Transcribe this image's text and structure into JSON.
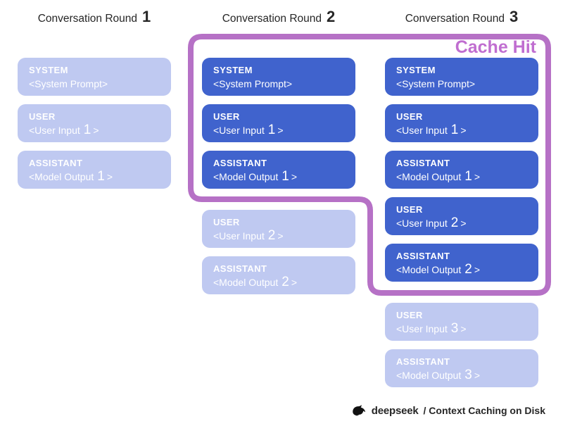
{
  "cache_hit_label": "Cache Hit",
  "colors": {
    "dark_blue": "#4063cd",
    "light_blue": "#bfc9f1",
    "outline_purple": "#b671c6",
    "cache_hit": "#c06ed0",
    "text_dark": "#262626",
    "background": "#ffffff"
  },
  "columns": [
    {
      "header": {
        "label": "Conversation Round",
        "number": "1"
      },
      "boxes": [
        {
          "role": "SYSTEM",
          "text": "<System Prompt>",
          "number": "",
          "after": ""
        },
        {
          "role": "USER",
          "text": "<User Input",
          "number": "1",
          "after": ">"
        },
        {
          "role": "ASSISTANT",
          "text": "<Model Output",
          "number": "1",
          "after": ">"
        }
      ]
    },
    {
      "header": {
        "label": "Conversation Round",
        "number": "2"
      },
      "boxes": [
        {
          "role": "SYSTEM",
          "text": "<System Prompt>",
          "number": "",
          "after": ""
        },
        {
          "role": "USER",
          "text": "<User Input",
          "number": "1",
          "after": ">"
        },
        {
          "role": "ASSISTANT",
          "text": "<Model Output",
          "number": "1",
          "after": ">"
        },
        {
          "role": "USER",
          "text": "<User Input",
          "number": "2",
          "after": ">"
        },
        {
          "role": "ASSISTANT",
          "text": "<Model Output",
          "number": "2",
          "after": ">"
        }
      ]
    },
    {
      "header": {
        "label": "Conversation Round",
        "number": "3"
      },
      "boxes": [
        {
          "role": "SYSTEM",
          "text": "<System Prompt>",
          "number": "",
          "after": ""
        },
        {
          "role": "USER",
          "text": "<User Input",
          "number": "1",
          "after": ">"
        },
        {
          "role": "ASSISTANT",
          "text": "<Model Output",
          "number": "1",
          "after": ">"
        },
        {
          "role": "USER",
          "text": "<User Input",
          "number": "2",
          "after": ">"
        },
        {
          "role": "ASSISTANT",
          "text": "<Model Output",
          "number": "2",
          "after": ">"
        },
        {
          "role": "USER",
          "text": "<User Input",
          "number": "3",
          "after": ">"
        },
        {
          "role": "ASSISTANT",
          "text": "<Model Output",
          "number": "3",
          "after": ">"
        }
      ]
    }
  ],
  "footer": {
    "brand": "deepseek",
    "tagline": "/ Context Caching on Disk"
  }
}
